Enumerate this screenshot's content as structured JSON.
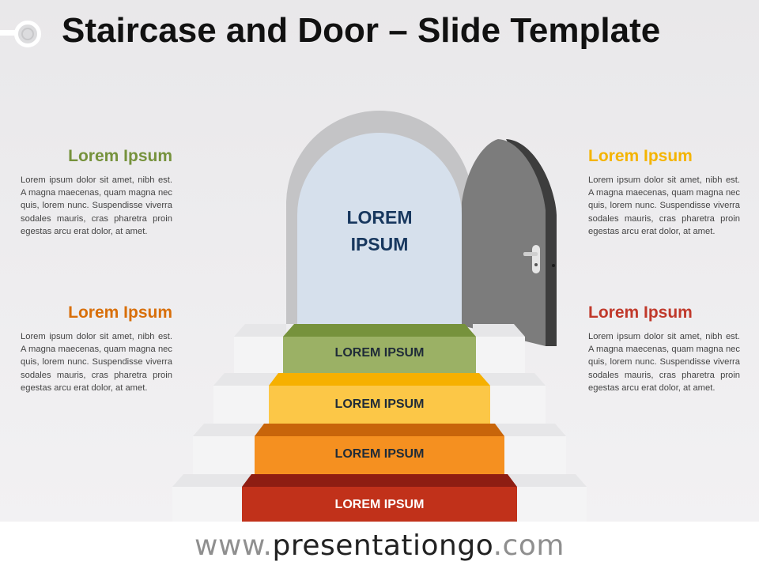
{
  "title": "Staircase and Door – Slide Template",
  "door": {
    "label_line1": "LOREM",
    "label_line2": "IPSUM"
  },
  "steps": [
    {
      "label": "LOREM IPSUM",
      "color": "#9bb165"
    },
    {
      "label": "LOREM IPSUM",
      "color": "#fcc747"
    },
    {
      "label": "LOREM IPSUM",
      "color": "#f59020"
    },
    {
      "label": "LOREM IPSUM",
      "color": "#c1311a"
    }
  ],
  "text_blocks": [
    {
      "heading": "Lorem Ipsum",
      "color": "#76923c",
      "body": "Lorem ipsum dolor sit amet, nibh est. A magna maecenas, quam magna nec quis, lorem nunc. Suspendisse viverra sodales mauris, cras pharetra proin egestas arcu erat dolor, at amet."
    },
    {
      "heading": "Lorem Ipsum",
      "color": "#d86f0a",
      "body": "Lorem ipsum dolor sit amet, nibh est. A magna maecenas, quam magna nec quis, lorem nunc. Suspendisse viverra sodales mauris, cras pharetra proin egestas arcu erat dolor, at amet."
    },
    {
      "heading": "Lorem Ipsum",
      "color": "#f4b400",
      "body": "Lorem ipsum dolor sit amet, nibh est. A magna maecenas, quam magna nec quis, lorem nunc. Suspendisse viverra sodales mauris, cras pharetra proin egestas arcu erat dolor, at amet."
    },
    {
      "heading": "Lorem Ipsum",
      "color": "#c0392b",
      "body": "Lorem ipsum dolor sit amet, nibh est. A magna maecenas, quam magna nec quis, lorem nunc. Suspendisse viverra sodales mauris, cras pharetra proin egestas arcu erat dolor, at amet."
    }
  ],
  "footer": {
    "prefix": "www.",
    "brand": "presentationgo",
    "suffix": ".com"
  }
}
